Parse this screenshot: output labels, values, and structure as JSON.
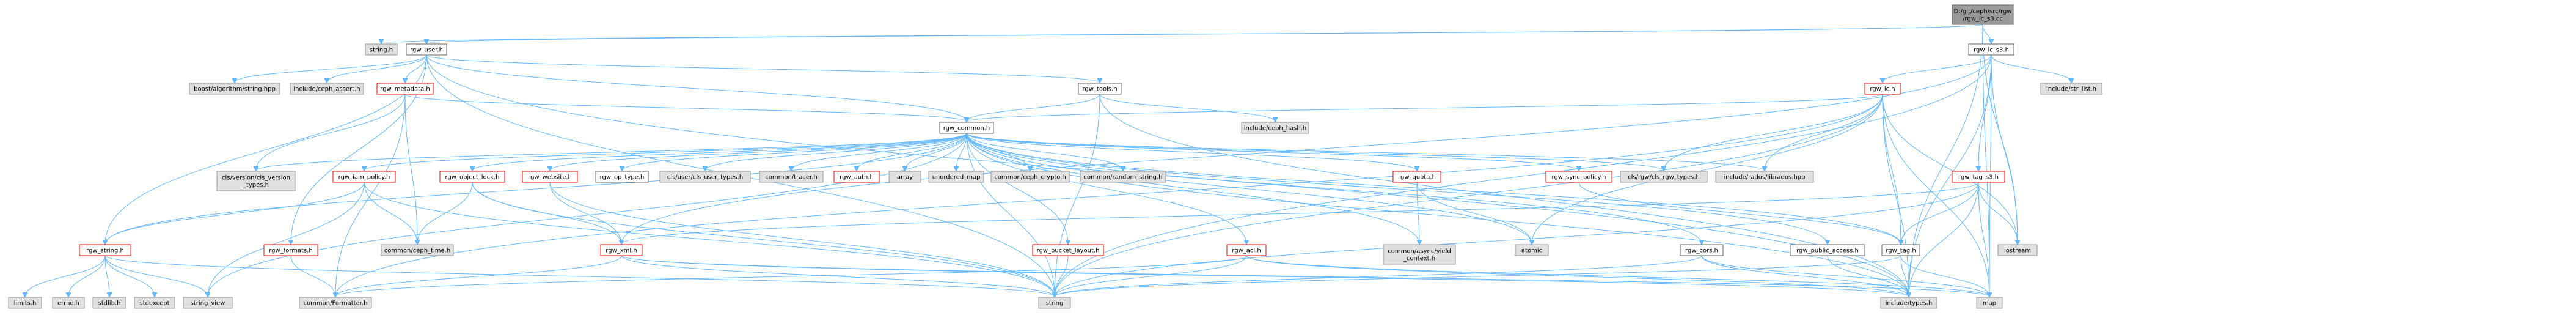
{
  "colors": {
    "edge": "#63b8ff",
    "root_fill": "#999999",
    "local_fill": "#ffffff",
    "local_border": "#666666",
    "incomplete_border": "#ff0000",
    "external_fill": "#e0e0e0",
    "external_border": "#999999"
  },
  "nodes": [
    {
      "id": "root",
      "label": "D:/git/ceph/src/rgw\n/rgw_lc_s3.cc",
      "kind": "root"
    },
    {
      "id": "string_h",
      "label": "string.h",
      "kind": "ext"
    },
    {
      "id": "rgw_user",
      "label": "rgw_user.h",
      "kind": "local"
    },
    {
      "id": "rgw_lc_s3",
      "label": "rgw_lc_s3.h",
      "kind": "local"
    },
    {
      "id": "boost_alg",
      "label": "boost/algorithm/string.hpp",
      "kind": "ext"
    },
    {
      "id": "ceph_assert",
      "label": "include/ceph_assert.h",
      "kind": "ext"
    },
    {
      "id": "rgw_metadata",
      "label": "rgw_metadata.h",
      "kind": "red"
    },
    {
      "id": "rgw_tools",
      "label": "rgw_tools.h",
      "kind": "local"
    },
    {
      "id": "rgw_lc",
      "label": "rgw_lc.h",
      "kind": "red"
    },
    {
      "id": "str_list",
      "label": "include/str_list.h",
      "kind": "ext"
    },
    {
      "id": "ceph_hash",
      "label": "include/ceph_hash.h",
      "kind": "ext"
    },
    {
      "id": "rgw_common",
      "label": "rgw_common.h",
      "kind": "local"
    },
    {
      "id": "cls_version",
      "label": "cls/version/cls_version\n_types.h",
      "kind": "ext"
    },
    {
      "id": "rgw_iam_policy",
      "label": "rgw_iam_policy.h",
      "kind": "red"
    },
    {
      "id": "rgw_object_lock",
      "label": "rgw_object_lock.h",
      "kind": "red"
    },
    {
      "id": "rgw_website",
      "label": "rgw_website.h",
      "kind": "red"
    },
    {
      "id": "rgw_op_type",
      "label": "rgw_op_type.h",
      "kind": "local"
    },
    {
      "id": "cls_user",
      "label": "cls/user/cls_user_types.h",
      "kind": "ext"
    },
    {
      "id": "common_tracer",
      "label": "common/tracer.h",
      "kind": "ext"
    },
    {
      "id": "rgw_auth",
      "label": "rgw_auth.h",
      "kind": "red"
    },
    {
      "id": "array",
      "label": "array",
      "kind": "ext"
    },
    {
      "id": "unordered_map",
      "label": "unordered_map",
      "kind": "ext"
    },
    {
      "id": "ceph_crypto",
      "label": "common/ceph_crypto.h",
      "kind": "ext"
    },
    {
      "id": "random_string",
      "label": "common/random_string.h",
      "kind": "ext"
    },
    {
      "id": "rgw_quota",
      "label": "rgw_quota.h",
      "kind": "red"
    },
    {
      "id": "rgw_sync_policy",
      "label": "rgw_sync_policy.h",
      "kind": "red"
    },
    {
      "id": "cls_rgw",
      "label": "cls/rgw/cls_rgw_types.h",
      "kind": "ext"
    },
    {
      "id": "librados",
      "label": "include/rados/librados.hpp",
      "kind": "ext"
    },
    {
      "id": "rgw_tag_s3",
      "label": "rgw_tag_s3.h",
      "kind": "red"
    },
    {
      "id": "rgw_string",
      "label": "rgw_string.h",
      "kind": "red"
    },
    {
      "id": "rgw_formats",
      "label": "rgw_formats.h",
      "kind": "red"
    },
    {
      "id": "ceph_time",
      "label": "common/ceph_time.h",
      "kind": "ext"
    },
    {
      "id": "rgw_xml",
      "label": "rgw_xml.h",
      "kind": "red"
    },
    {
      "id": "rgw_bucket_layout",
      "label": "rgw_bucket_layout.h",
      "kind": "red"
    },
    {
      "id": "rgw_acl",
      "label": "rgw_acl.h",
      "kind": "red"
    },
    {
      "id": "yield_context",
      "label": "common/async/yield\n_context.h",
      "kind": "ext"
    },
    {
      "id": "atomic",
      "label": "atomic",
      "kind": "ext"
    },
    {
      "id": "rgw_cors",
      "label": "rgw_cors.h",
      "kind": "local"
    },
    {
      "id": "rgw_public_access",
      "label": "rgw_public_access.h",
      "kind": "local"
    },
    {
      "id": "rgw_tag",
      "label": "rgw_tag.h",
      "kind": "local"
    },
    {
      "id": "iostream",
      "label": "iostream",
      "kind": "ext"
    },
    {
      "id": "limits_h",
      "label": "limits.h",
      "kind": "ext"
    },
    {
      "id": "errno_h",
      "label": "errno.h",
      "kind": "ext"
    },
    {
      "id": "stdlib_h",
      "label": "stdlib.h",
      "kind": "ext"
    },
    {
      "id": "stdexcept",
      "label": "stdexcept",
      "kind": "ext"
    },
    {
      "id": "string_view",
      "label": "string_view",
      "kind": "ext"
    },
    {
      "id": "formatter",
      "label": "common/Formatter.h",
      "kind": "ext"
    },
    {
      "id": "string",
      "label": "string",
      "kind": "ext"
    },
    {
      "id": "types_h",
      "label": "include/types.h",
      "kind": "ext"
    },
    {
      "id": "map",
      "label": "map",
      "kind": "ext"
    }
  ]
}
